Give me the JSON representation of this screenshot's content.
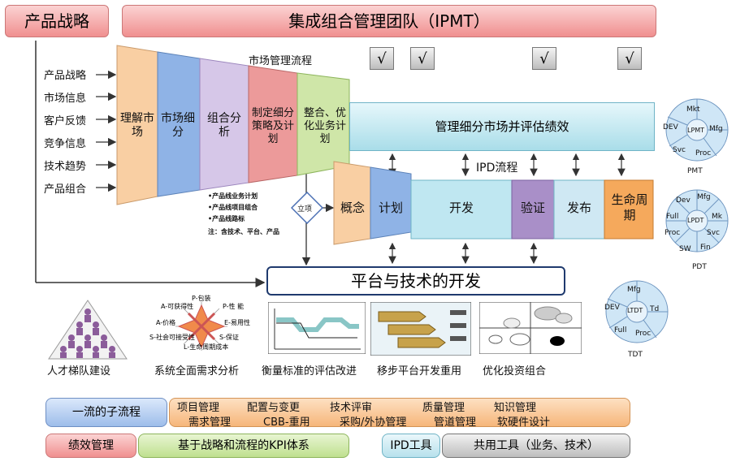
{
  "top": {
    "strategy_title": "产品战略",
    "team_title": "集成组合管理团队（IPMT）",
    "market_flow_label": "市场管理流程",
    "checks": [
      "√",
      "√",
      "√",
      "√"
    ]
  },
  "inputs": [
    "产品战略",
    "市场信息",
    "客户反馈",
    "竞争信息",
    "技术趋势",
    "产品组合"
  ],
  "funnel": [
    "理解市场",
    "市场细分",
    "组合分析",
    "制定细分策略及计划",
    "整合、优化业务计划"
  ],
  "manage_bar": "管理细分市场并评估绩效",
  "decision": "立项",
  "plan_notes": [
    "•产品线业务计划",
    "•产品线项目组合",
    "•产品线路标",
    "注：含技术、平台、产品"
  ],
  "ipd": {
    "label": "IPD流程",
    "stages": [
      "概念",
      "计划",
      "开发",
      "验证",
      "发布",
      "生命周期"
    ]
  },
  "platform": "平台与技术的开发",
  "teams": {
    "pmt": {
      "center": "LPMT",
      "members": [
        "Mkt",
        "Mfg",
        "Proc",
        "Svc",
        "DEV"
      ],
      "caption": "PMT"
    },
    "pdt": {
      "center": "LPDT",
      "members": [
        "Mfg",
        "Mk",
        "Svc",
        "Fin",
        "SW",
        "Proc",
        "Full",
        "Dev"
      ],
      "caption": "PDT"
    },
    "tdt": {
      "center": "LTDT",
      "members": [
        "Mfg",
        "Td",
        "Proc",
        "Full",
        "DEV"
      ],
      "caption": "TDT"
    }
  },
  "images": {
    "radar_labels": [
      "P-包装",
      "P-性 能",
      "A-可获得性",
      "E-易用性",
      "S-保证",
      "L-生命周期成本",
      "S-社会可接受性",
      "A-价格"
    ],
    "captions": [
      "人才梯队建设",
      "系统全面需求分析",
      "衡量标准的评估改进",
      "移步平台开发重用",
      "优化投资组合"
    ]
  },
  "bottom": {
    "subprocess_label": "一流的子流程",
    "row1": [
      "项目管理",
      "配置与变更",
      "技术评审",
      "质量管理",
      "知识管理"
    ],
    "row2": [
      "需求管理",
      "CBB-重用",
      "采购/外协管理",
      "管道管理",
      "软硬件设计"
    ],
    "perf_label": "绩效管理",
    "kpi_label": "基于战略和流程的KPI体系",
    "ipd_tool": "IPD工具",
    "common_tool": "共用工具（业务、技术）"
  },
  "colors": {
    "pink": "#f29a9a",
    "light_blue": "#bfe7f1",
    "peach": "#f9c89a",
    "blue": "#7aa6e0",
    "lavender": "#c9b8e0",
    "rose": "#e88a8a",
    "green": "#c8e6a0",
    "purple": "#a98fc8",
    "orange": "#f5a95c"
  }
}
